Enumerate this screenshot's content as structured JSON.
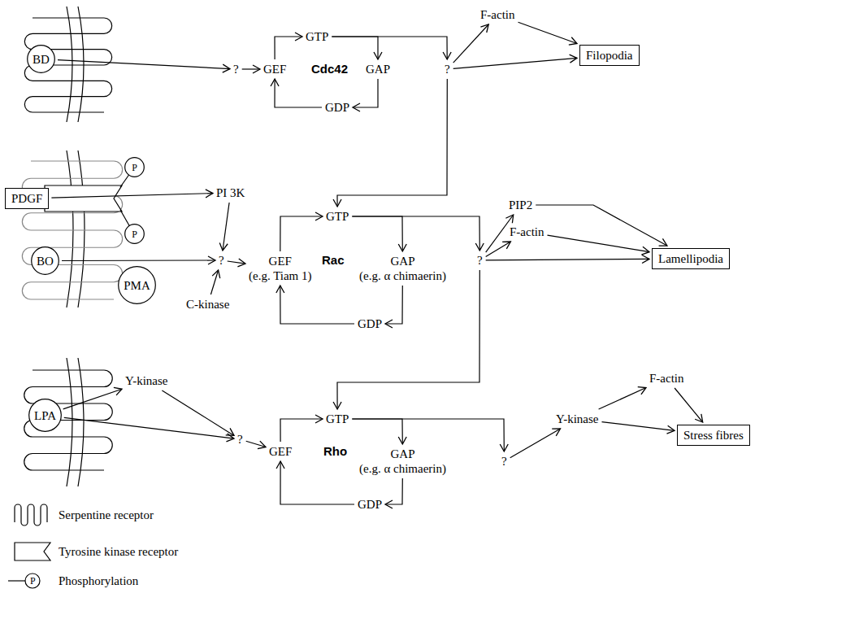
{
  "diagram": {
    "nodes": [
      {
        "text": [
          "BD"
        ]
      },
      {
        "text": [
          "?"
        ]
      },
      {
        "text": [
          "GEF"
        ]
      },
      {
        "text": [
          "GTP"
        ]
      },
      {
        "text": [
          "GAP"
        ]
      },
      {
        "text": [
          "GDP"
        ]
      },
      {
        "text": [
          "?"
        ]
      },
      {
        "text": [
          "F-actin"
        ]
      },
      {
        "text": [
          "Filopodia"
        ]
      },
      {
        "text": [
          "PDGF"
        ]
      },
      {
        "text": [
          "P"
        ]
      },
      {
        "text": [
          "P"
        ]
      },
      {
        "text": [
          "PI 3K"
        ]
      },
      {
        "text": [
          "BO"
        ]
      },
      {
        "text": [
          "PMA"
        ]
      },
      {
        "text": [
          "?"
        ]
      },
      {
        "text": [
          "C-kinase"
        ]
      },
      {
        "text": [
          "GEF",
          "(e.g. Tiam 1)"
        ]
      },
      {
        "text": [
          "GTP"
        ]
      },
      {
        "text": [
          "GAP",
          "(e.g. α chimaerin)"
        ]
      },
      {
        "text": [
          "GDP"
        ]
      },
      {
        "text": [
          "?"
        ]
      },
      {
        "text": [
          "PIP2"
        ]
      },
      {
        "text": [
          "F-actin"
        ]
      },
      {
        "text": [
          "Lamellipodia"
        ]
      },
      {
        "text": [
          "LPA"
        ]
      },
      {
        "text": [
          "Y-kinase"
        ]
      },
      {
        "text": [
          "?"
        ]
      },
      {
        "text": [
          "GEF"
        ]
      },
      {
        "text": [
          "GTP"
        ]
      },
      {
        "text": [
          "GAP",
          "(e.g. α chimaerin)"
        ]
      },
      {
        "text": [
          "GDP"
        ]
      },
      {
        "text": [
          "?"
        ]
      },
      {
        "text": [
          "Y-kinase"
        ]
      },
      {
        "text": [
          "F-actin"
        ]
      },
      {
        "text": [
          "Stress fibres"
        ]
      }
    ],
    "edges": [
      {
        "from": 0,
        "to": 1,
        "arrow": "to"
      },
      {
        "from": 1,
        "to": 2,
        "arrow": "to"
      },
      {
        "from": 2,
        "to": 3,
        "arrow": "to"
      },
      {
        "from": 3,
        "to": 4,
        "arrow": "to"
      },
      {
        "from": 4,
        "to": 5,
        "arrow": "to"
      },
      {
        "from": 5,
        "to": 2,
        "arrow": "to"
      },
      {
        "from": 3,
        "to": 6,
        "arrow": "to"
      },
      {
        "from": 6,
        "to": 7,
        "arrow": "to"
      },
      {
        "from": 7,
        "to": 8,
        "arrow": "to"
      },
      {
        "from": 6,
        "to": 8,
        "arrow": "to"
      },
      {
        "from": 6,
        "to": 18,
        "arrow": "to"
      },
      {
        "from": 9,
        "to": 12,
        "arrow": "to"
      },
      {
        "from": 12,
        "to": 15,
        "arrow": "to"
      },
      {
        "from": 13,
        "to": 15,
        "arrow": "to"
      },
      {
        "from": 16,
        "to": 15,
        "arrow": "to"
      },
      {
        "from": 15,
        "to": 17,
        "arrow": "to"
      },
      {
        "from": 17,
        "to": 18,
        "arrow": "to"
      },
      {
        "from": 18,
        "to": 19,
        "arrow": "to"
      },
      {
        "from": 19,
        "to": 20,
        "arrow": "to"
      },
      {
        "from": 20,
        "to": 17,
        "arrow": "to"
      },
      {
        "from": 18,
        "to": 21,
        "arrow": "to"
      },
      {
        "from": 21,
        "to": 22,
        "arrow": "to"
      },
      {
        "from": 21,
        "to": 23,
        "arrow": "to"
      },
      {
        "from": 22,
        "to": 24,
        "arrow": "to"
      },
      {
        "from": 23,
        "to": 24,
        "arrow": "to"
      },
      {
        "from": 21,
        "to": 24,
        "arrow": "to"
      },
      {
        "from": 21,
        "to": 29,
        "arrow": "to"
      },
      {
        "from": 25,
        "to": 26,
        "arrow": "to"
      },
      {
        "from": 26,
        "to": 27,
        "arrow": "to"
      },
      {
        "from": 25,
        "to": 27,
        "arrow": "to"
      },
      {
        "from": 27,
        "to": 28,
        "arrow": "to"
      },
      {
        "from": 28,
        "to": 29,
        "arrow": "to"
      },
      {
        "from": 29,
        "to": 30,
        "arrow": "to"
      },
      {
        "from": 30,
        "to": 31,
        "arrow": "to"
      },
      {
        "from": 31,
        "to": 28,
        "arrow": "to"
      },
      {
        "from": 29,
        "to": 32,
        "arrow": "to"
      },
      {
        "from": 32,
        "to": 33,
        "arrow": "to"
      },
      {
        "from": 33,
        "to": 34,
        "arrow": "to"
      },
      {
        "from": 33,
        "to": 35,
        "arrow": "to"
      },
      {
        "from": 34,
        "to": 35,
        "arrow": "to"
      }
    ],
    "labels": [
      "Cdc42",
      "Rac",
      "Rho",
      "P"
    ],
    "legend": [
      {
        "text": "Serpentine receptor"
      },
      {
        "text": "Tyrosine kinase receptor"
      },
      {
        "text": "Phosphorylation"
      }
    ]
  }
}
